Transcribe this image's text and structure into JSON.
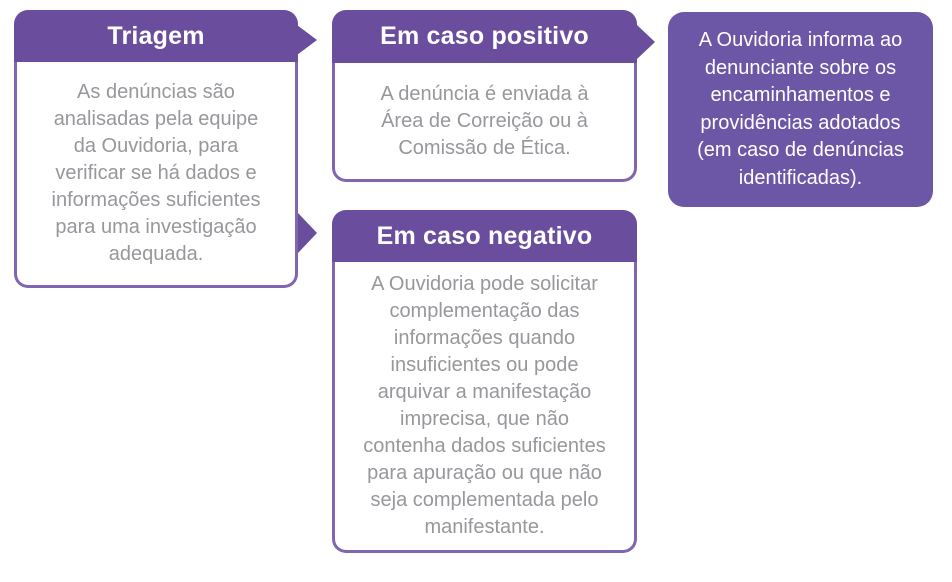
{
  "diagram": {
    "triagem": {
      "title": "Triagem",
      "body": "As denúncias são\nanalisadas pela equipe\nda Ouvidoria, para\nverificar se há dados e\ninformações suficientes\npara uma investigação\nadequada."
    },
    "positivo": {
      "title": "Em caso positivo",
      "body": "A denúncia é enviada à\nÁrea de Correição ou à\nComissão de Ética."
    },
    "negativo": {
      "title": "Em caso negativo",
      "body": "A Ouvidoria pode solicitar\ncomplementação das\ninformações quando\ninsuficientes ou pode\narquivar a manifestação\nimprecisa, que não\ncontenha dados suficientes\npara apuração ou que não\nseja complementada pelo\nmanifestante."
    },
    "resultado": {
      "body": "A Ouvidoria informa ao\ndenunciante sobre os\nencaminhamentos e\nprovidências adotados\n(em caso de denúncias\nidentificadas)."
    },
    "colors": {
      "header_purple": "#6A4E9D",
      "border_purple": "#8066B0",
      "result_box_purple": "#6C57A6",
      "body_text_gray": "#97979C",
      "header_text": "#FFFFFF"
    }
  }
}
